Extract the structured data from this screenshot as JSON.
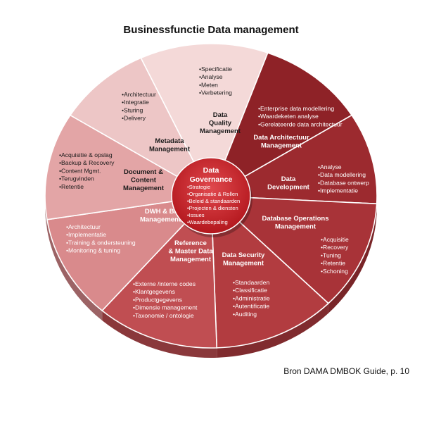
{
  "title": "Businessfunctie Data management",
  "source": "Bron DAMA DMBOK Guide, p. 10",
  "center": {
    "title": [
      "Data",
      "Governance"
    ],
    "items": [
      "Strategie",
      "Organisatie & Rollen",
      "Beleid & standaarden",
      "Projecten & diensten",
      "Issues",
      "Waardebepaling"
    ]
  },
  "segments": [
    {
      "id": "data-quality",
      "color": "#f4d9d8",
      "title": [
        "Data",
        "Quality",
        "Management"
      ],
      "items": [
        "Specificatie",
        "Analyse",
        "Meten",
        "Verbetering"
      ]
    },
    {
      "id": "data-architectuur",
      "color": "#8e2227",
      "title": [
        "Data Architectuur",
        "Management"
      ],
      "items": [
        "Enterprise data modellering",
        "Waardeketen analyse",
        "Gerelateerde data architectuur"
      ]
    },
    {
      "id": "data-development",
      "color": "#9c2a2f",
      "title": [
        "Data",
        "Development"
      ],
      "items": [
        "Analyse",
        "Data modellering",
        "Database ontwerp",
        "Implementatie"
      ]
    },
    {
      "id": "database-operations",
      "color": "#a83338",
      "title": [
        "Database Operations",
        "Management"
      ],
      "items": [
        "Acquisitie",
        "Recovery",
        "Tuning",
        "Retentie",
        "Schoning"
      ]
    },
    {
      "id": "data-security",
      "color": "#b23c40",
      "title": [
        "Data Security",
        "Management"
      ],
      "items": [
        "Standaarden",
        "Classificatie",
        "Administratie",
        "Autentificatie",
        "Auditing"
      ]
    },
    {
      "id": "reference-master",
      "color": "#c04e52",
      "title": [
        "Reference",
        "& Master Data",
        "Management"
      ],
      "items": [
        "Externe /interne codes",
        "Klantgegevens",
        "Productgegevens",
        "Dimensie management",
        "Taxonomie / ontologie"
      ]
    },
    {
      "id": "dwh-bi",
      "color": "#d98a8c",
      "title": [
        "DWH & BI",
        "Management"
      ],
      "items": [
        "Architectuur",
        "Implementatie",
        "Training & ondersteuning",
        "Monitoring & tuning"
      ]
    },
    {
      "id": "document-content",
      "color": "#e3a5a6",
      "title": [
        "Document &",
        "Content",
        "Management"
      ],
      "items": [
        "Acquisitie & opslag",
        "Backup & Recovery",
        "Content Mgmt.",
        "Terugvinden",
        "Retentie"
      ]
    },
    {
      "id": "metadata",
      "color": "#edc6c6",
      "title": [
        "Metadata",
        "Management"
      ],
      "items": [
        "Architectuur",
        "Integratie",
        "Sturing",
        "Delivery"
      ]
    }
  ]
}
